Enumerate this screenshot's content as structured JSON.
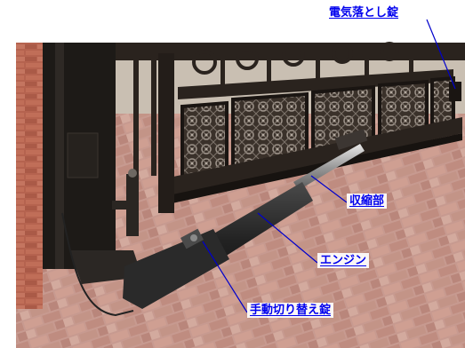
{
  "colors": {
    "label_text": "#0000ee",
    "leader_line": "#0000cc",
    "brick": "#b9847a",
    "brick_light": "#d4aaa0",
    "gate_metal": "#2a231e",
    "post_metal": "#1d1a17"
  },
  "labels": {
    "electric_lock": "電気落とし錠",
    "retract_part": "収縮部",
    "engine": "エンジン",
    "manual_lock": "手動切り替え錠"
  }
}
